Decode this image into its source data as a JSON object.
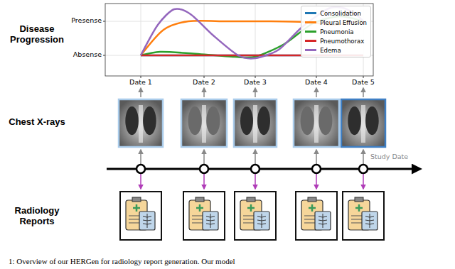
{
  "diagram": {
    "caption": "1: Overview of our HERGen for radiology report generation. Our model",
    "labels": [
      "Disease Progression",
      "Chest X-rays",
      "Radiology Reports",
      "Presense",
      "Absense",
      "Date 1",
      "Date 2",
      "Date 3",
      "Date 4",
      "Date 5",
      "Study Date"
    ],
    "legend": [
      {
        "text": "Consolidation",
        "color": "#1f77b4"
      },
      {
        "text": "Pleural Effusion",
        "color": "#ff7f0e"
      },
      {
        "text": "Pneumonia",
        "color": "#2ca02c"
      },
      {
        "text": "Pneumothorax",
        "color": "#d62728"
      },
      {
        "text": "Edema",
        "color": "#9467bd"
      }
    ]
  }
}
